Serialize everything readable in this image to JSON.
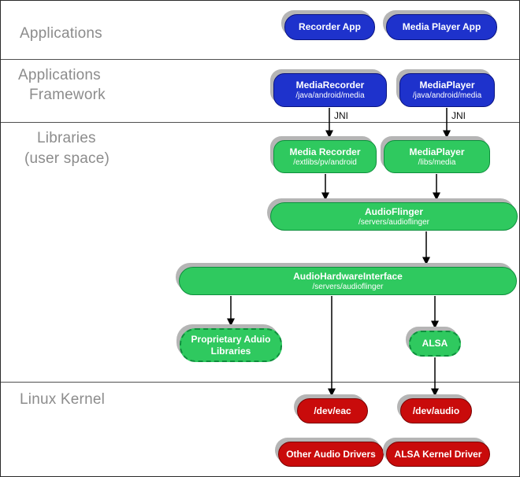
{
  "sections": {
    "applications": "Applications",
    "framework_line1": "Applications",
    "framework_line2": "Framework",
    "libraries_line1": "Libraries",
    "libraries_line2": "(user space)",
    "linux_kernel": "Linux Kernel"
  },
  "nodes": {
    "recorder_app": {
      "title": "Recorder App"
    },
    "media_player_app": {
      "title": "Media Player App"
    },
    "media_recorder_fw": {
      "title": "MediaRecorder",
      "subtitle": "/java/android/media"
    },
    "media_player_fw": {
      "title": "MediaPlayer",
      "subtitle": "/java/android/media"
    },
    "media_recorder_lib": {
      "title": "Media Recorder",
      "subtitle": "/extlibs/pv/android"
    },
    "media_player_lib": {
      "title": "MediaPlayer",
      "subtitle": "/libs/media"
    },
    "audio_flinger": {
      "title": "AudioFlinger",
      "subtitle": "/servers/audioflinger"
    },
    "audio_hardware_interface": {
      "title": "AudioHardwareInterface",
      "subtitle": "/servers/audioflinger"
    },
    "proprietary_audio_libraries": {
      "title": "Proprietary Aduio",
      "title2": "Libraries"
    },
    "alsa": {
      "title": "ALSA"
    },
    "dev_eac": {
      "title": "/dev/eac"
    },
    "dev_audio": {
      "title": "/dev/audio"
    },
    "other_audio_drivers": {
      "title": "Other Audio Drivers"
    },
    "alsa_kernel_driver": {
      "title": "ALSA Kernel Driver"
    }
  },
  "edges": [
    {
      "from": "media_recorder_fw",
      "to": "media_recorder_lib",
      "label": "JNI"
    },
    {
      "from": "media_player_fw",
      "to": "media_player_lib",
      "label": "JNI"
    },
    {
      "from": "media_recorder_lib",
      "to": "audio_flinger",
      "label": ""
    },
    {
      "from": "media_player_lib",
      "to": "audio_flinger",
      "label": ""
    },
    {
      "from": "audio_flinger",
      "to": "audio_hardware_interface",
      "label": ""
    },
    {
      "from": "audio_hardware_interface",
      "to": "proprietary_audio_libraries",
      "label": ""
    },
    {
      "from": "audio_hardware_interface",
      "to": "dev_eac",
      "label": ""
    },
    {
      "from": "audio_hardware_interface",
      "to": "alsa",
      "label": ""
    },
    {
      "from": "alsa",
      "to": "dev_audio",
      "label": ""
    }
  ],
  "colors": {
    "blue": "#1e32cc",
    "blue_border": "#0a1480",
    "green": "#2fc95f",
    "green_border": "#0e8f3d",
    "red": "#c90b0b",
    "red_border": "#7a0404",
    "shadow": "#b5b5b5",
    "label_gray": "#8c8c8c",
    "arrow": "#000000"
  }
}
